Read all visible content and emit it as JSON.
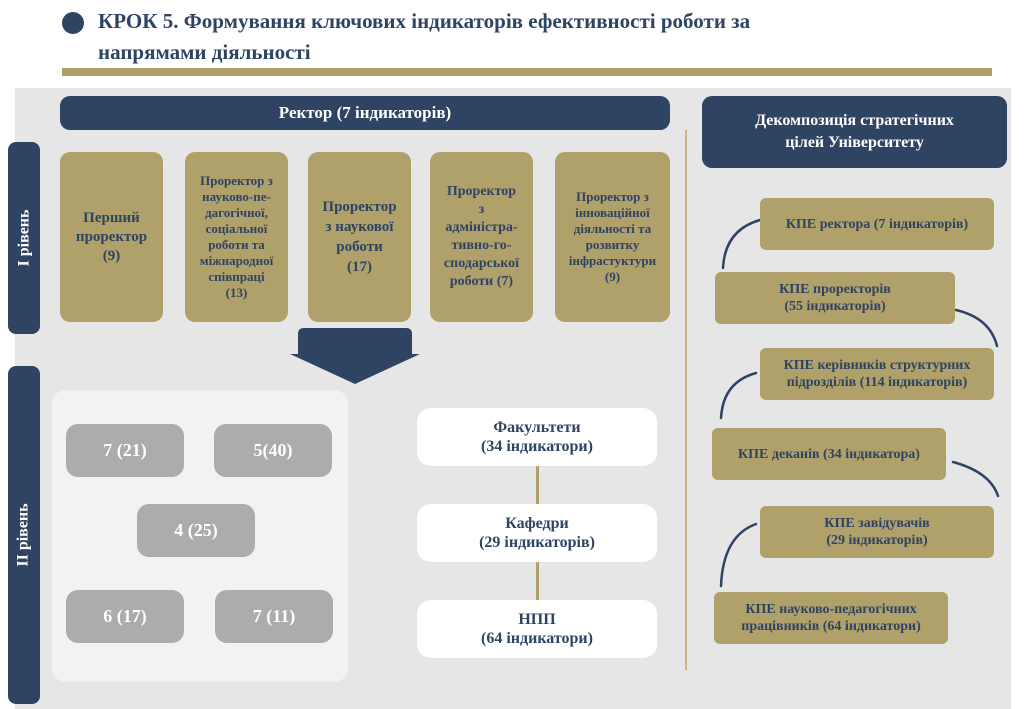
{
  "title": {
    "text": "КРОК 5. Формування ключових індикаторів ефективності роботи за\nнапрямами діяльності"
  },
  "colors": {
    "navy": "#2f4363",
    "gold": "#b0a06a",
    "panel": "#e6e6e6",
    "grey": "#acacac"
  },
  "rector": {
    "label": "Ректор (7 індикаторів)"
  },
  "levels": {
    "level1": "І рівень",
    "level2": "ІІ рівень"
  },
  "prorectors": [
    {
      "text": "Перший\nпроректор\n(9)"
    },
    {
      "text": "Проректор з\nнауково-пе-\nдагогічної,\nсоціальної\nроботи та\nміжнародної\nспівпраці\n(13)"
    },
    {
      "text": "Проректор\nз наукової\nроботи\n(17)"
    },
    {
      "text": "Проректор\nз\nадміністра-\nтивно-го-\nсподарської\nроботи (7)"
    },
    {
      "text": "Проректор з\nінноваційної\nдіяльності та\nрозвитку\nінфрастуктури\n(9)"
    }
  ],
  "faculty_groups": [
    "7 (21)",
    "5(40)",
    "4 (25)",
    "6 (17)",
    "7 (11)"
  ],
  "hierarchy": [
    {
      "text": "Факультети\n(34 індикатори)"
    },
    {
      "text": "Кафедри\n(29 індикаторів)"
    },
    {
      "text": "НПП\n(64 індикатори)"
    }
  ],
  "decomposition": {
    "header": "Декомпозиція стратегічних\nцілей Університету"
  },
  "kpe": [
    {
      "text": "КПЕ ректора (7 індикаторів)"
    },
    {
      "text": "КПЕ проректорів\n(55 індикаторів)"
    },
    {
      "text": "КПЕ керівників структурних\nпідрозділів (114 індикаторів)"
    },
    {
      "text": "КПЕ деканів (34 індикатора)"
    },
    {
      "text": "КПЕ завідувачів\n(29 індикаторів)"
    },
    {
      "text": "КПЕ  науково-педагогічних\nпрацівників (64 індикатори)"
    }
  ]
}
